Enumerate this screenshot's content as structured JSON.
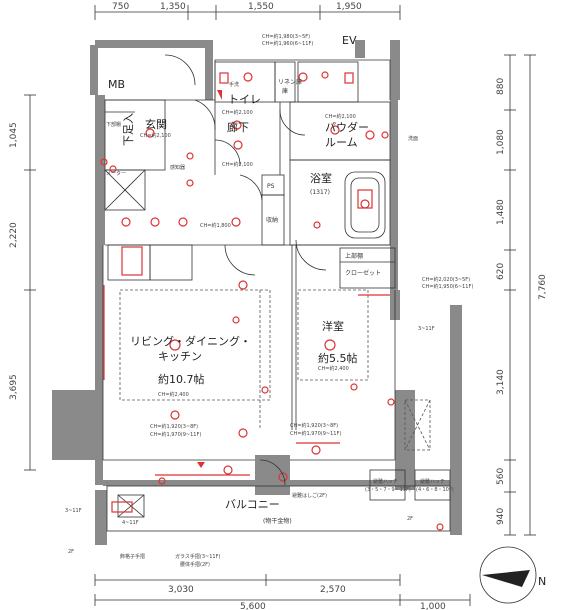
{
  "dimensions": {
    "top": [
      "750",
      "1,350",
      "1,550",
      "1,950"
    ],
    "bottom_inner": [
      "3,030",
      "2,570"
    ],
    "bottom_outer": [
      "5,600",
      "1,000"
    ],
    "left": [
      "1,045",
      "2,220",
      "3,695"
    ],
    "right": [
      "880",
      "1,080",
      "1,480",
      "620",
      "3,140",
      "560",
      "940"
    ],
    "right_total": "7,760"
  },
  "rooms": {
    "ev": "EV",
    "mb": "MB",
    "toilet": "トイレ",
    "linen": "リネン庫",
    "linen2": "庫",
    "entrance": "玄関",
    "shoe": "下足入",
    "hall": "廊下",
    "powder": "パウダー",
    "powder2": "ルーム",
    "ps": "PS",
    "storage": "収納",
    "bath": "浴室",
    "bath_size": "(1317)",
    "closet_top": "上部棚",
    "closet": "クローゼット",
    "ldk1": "リビング・ダイニング・",
    "ldk2": "キッチン",
    "ldk_size": "約10.7帖",
    "western": "洋室",
    "western_size": "約5.5帖",
    "balcony": "バルコニー",
    "balcony_note": "(物干金物)"
  },
  "notes": {
    "ch_top1": "CH=約1,980(3~5F)",
    "ch_top2": "CH=約1,960(6~11F)",
    "ch_2100a": "CH=約2,100",
    "ch_2100b": "CH=約2,100",
    "ch_2100c": "CH=約2,100",
    "ch_2100d": "CH=約2,100",
    "ch_2400a": "CH=約2,400",
    "ch_2400b": "CH=約2,400",
    "ch_ldk1": "CH=約1,920(3~8F)",
    "ch_ldk2": "CH=約1,970(9~11F)",
    "ch_w1": "CH=約1,920(3~8F)",
    "ch_w2": "CH=約1,970(9~11F)",
    "ch_cl1": "CH=約2,020(3~5F)",
    "ch_cl2": "CH=約1,950(6~11F)",
    "hand_wash": "手洗",
    "wash": "洗面",
    "kitchen_ch": "CH=約1,800",
    "floor_3_11_left": "3~11F",
    "floor_4_11": "4~11F",
    "floor_3_11_right": "3~11F",
    "floor_2f_left": "2F",
    "floor_2f_right": "2F",
    "floor_sh_left": "下駄箱",
    "floor_sh_right": "収納",
    "hatch1a": "避難ハッチ",
    "hatch1b": "(3・5・7・9・11F)",
    "hatch2a": "避難ハッチ",
    "hatch2b": "(4・6・8・10F)",
    "ladder": "避難はしご(2F)",
    "rail1": "飾格子手摺",
    "rail2": "ガラス手摺(3~11F)",
    "rail3": "腰体手摺(2F)",
    "shelf": "下部棚",
    "meter": "メーター",
    "sense": "感知器",
    "north": "N"
  }
}
